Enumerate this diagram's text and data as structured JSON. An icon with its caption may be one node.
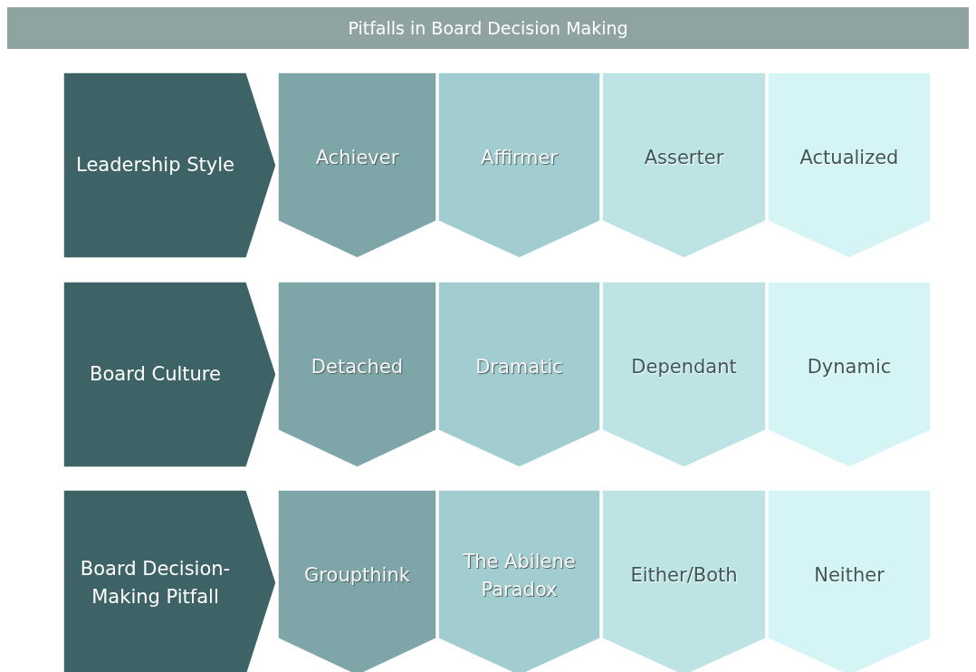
{
  "diagram": {
    "title": "Pitfalls in Board Decision Making",
    "nodes": [
      {
        "text": [
          "Leadership Style"
        ]
      },
      {
        "text": [
          "Achiever"
        ]
      },
      {
        "text": [
          "Affirmer"
        ]
      },
      {
        "text": [
          "Asserter"
        ]
      },
      {
        "text": [
          "Actualized"
        ]
      },
      {
        "text": [
          "Board Culture"
        ]
      },
      {
        "text": [
          "Detached"
        ]
      },
      {
        "text": [
          "Dramatic"
        ]
      },
      {
        "text": [
          "Dependant"
        ]
      },
      {
        "text": [
          "Dynamic"
        ]
      },
      {
        "text": [
          "Board Decision-Making Pitfall"
        ]
      },
      {
        "text": [
          "Groupthink"
        ]
      },
      {
        "text": [
          "The Abilene Paradox"
        ]
      },
      {
        "text": [
          "Either/Both"
        ]
      },
      {
        "text": [
          "Neither"
        ]
      }
    ]
  }
}
